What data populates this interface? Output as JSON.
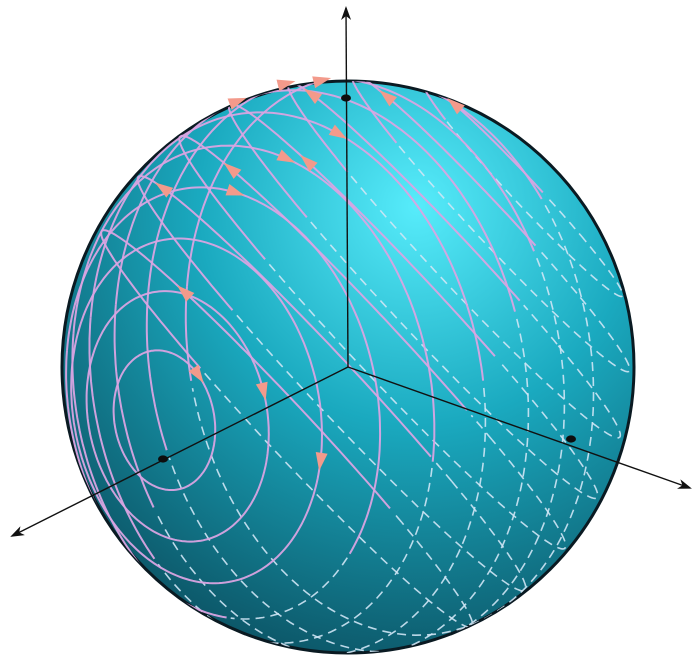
{
  "figure": {
    "kind": "flow-lines-on-sphere",
    "colors": {
      "background": "#ffffff",
      "sphere_light": "#57ecfb",
      "sphere_mid": "#1aa9bf",
      "sphere_dark": "#0b4f60",
      "outline": "#0a1a22",
      "axis": "#111111",
      "flow_line_front": "#d9a4e2",
      "flow_line_back": "#cfe6f5",
      "arrow_head": "#f39a8b",
      "fixed_point": "#0d0d0d"
    },
    "axes": [
      {
        "name": "z-axis"
      },
      {
        "name": "x-axis"
      },
      {
        "name": "y-axis"
      }
    ],
    "fixed_points": [
      {
        "name": "north-pole-point"
      },
      {
        "name": "x-axis-point"
      },
      {
        "name": "y-axis-point"
      }
    ],
    "orbit_families": [
      {
        "name": "front-left-centre-orbits",
        "line_style": "solid"
      },
      {
        "name": "back-right-centre-orbits",
        "line_style": "solid"
      },
      {
        "name": "hidden-orbits",
        "line_style": "dashed"
      }
    ]
  }
}
